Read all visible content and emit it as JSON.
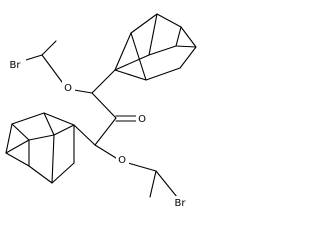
{
  "atom_labels": {
    "br_top": "Br",
    "o_top": "O",
    "o_carbonyl": "O",
    "o_bottom": "O",
    "br_bottom": "Br"
  }
}
